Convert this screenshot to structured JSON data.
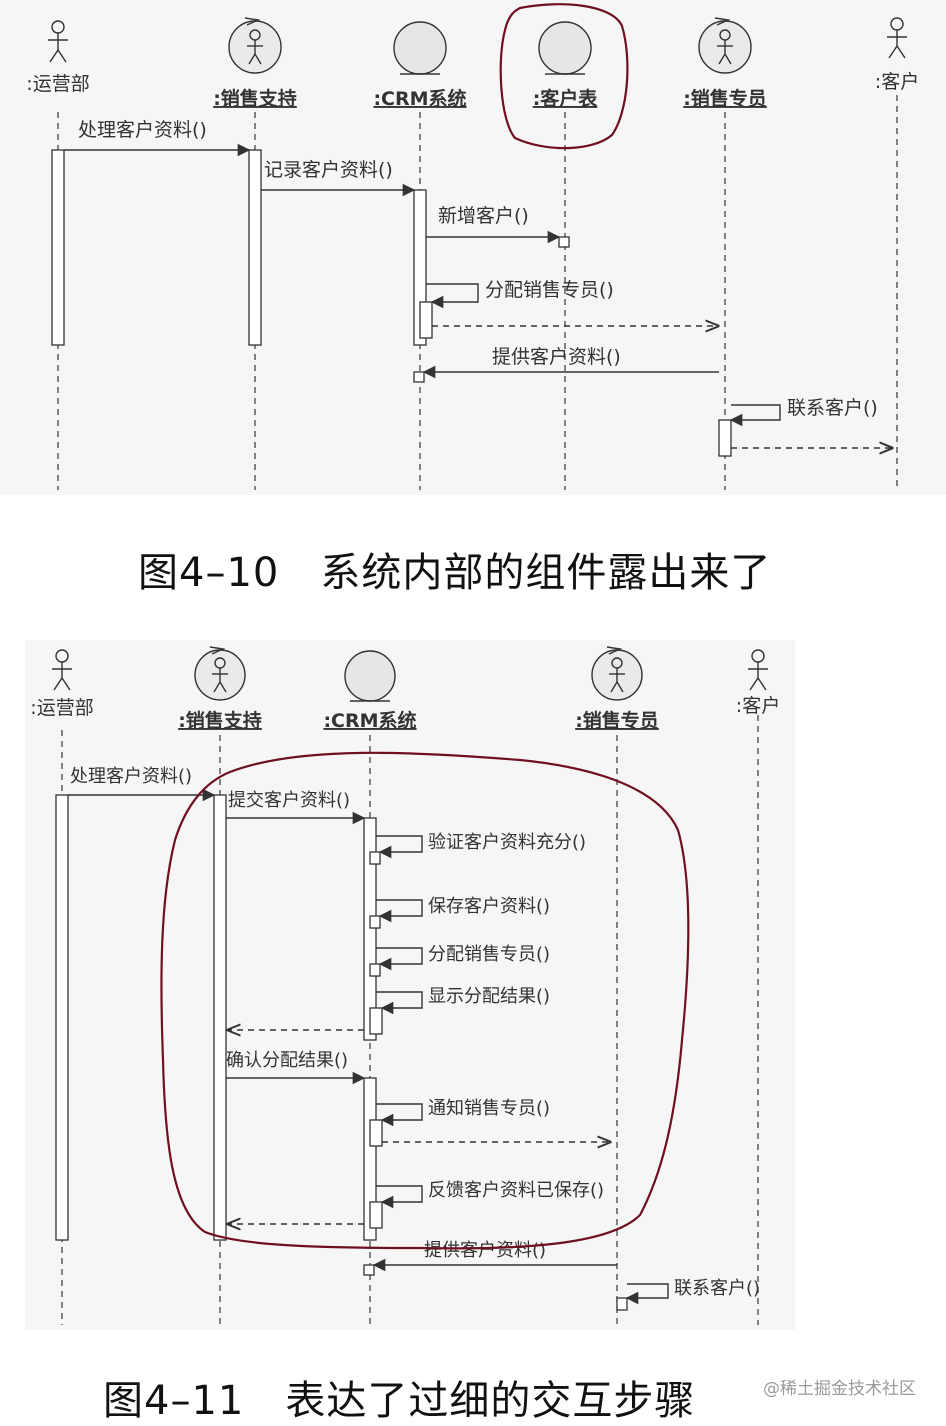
{
  "figure1": {
    "caption": "图4–10　系统内部的组件露出来了",
    "lifelines": {
      "ops": ":运营部",
      "support": ":销售支持",
      "crm": ":CRM系统",
      "table": ":客户表",
      "sales": ":销售专员",
      "customer": ":客户"
    },
    "messages": {
      "m1": "处理客户资料()",
      "m2": "记录客户资料()",
      "m3": "新增客户()",
      "m4": "分配销售专员()",
      "m5": "提供客户资料()",
      "m6": "联系客户()"
    }
  },
  "figure2": {
    "caption": "图4–11　表达了过细的交互步骤",
    "lifelines": {
      "ops": ":运营部",
      "support": ":销售支持",
      "crm": ":CRM系统",
      "sales": ":销售专员",
      "customer": ":客户"
    },
    "messages": {
      "m1": "处理客户资料()",
      "m2": "提交客户资料()",
      "m3": "验证客户资料充分()",
      "m4": "保存客户资料()",
      "m5": "分配销售专员()",
      "m6": "显示分配结果()",
      "m7": "确认分配结果()",
      "m8": "通知销售专员()",
      "m9": "反馈客户资料已保存()",
      "m10": "提供客户资料()",
      "m11": "联系客户()"
    }
  },
  "watermark": "@稀土掘金技术社区",
  "colors": {
    "highlight": "#6e1020",
    "line": "#333333",
    "panel": "#f6f6f6"
  }
}
